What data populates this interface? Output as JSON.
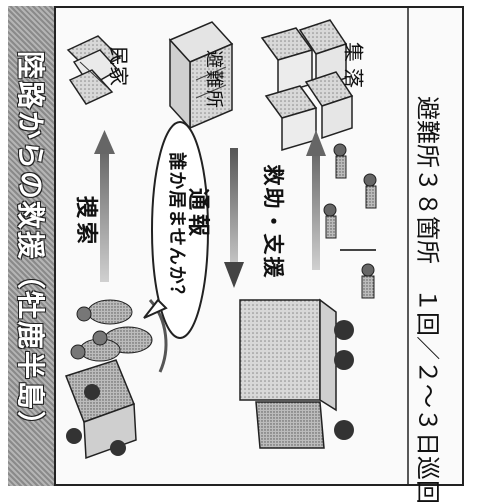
{
  "header": {
    "title": "陸路からの救援（牡鹿半島）"
  },
  "labels": {
    "house": "民家",
    "shelter": "避難所",
    "village": "集落",
    "search": "捜索",
    "report": "通報",
    "rescue": "救助・支援",
    "bubble": "誰か居ませんか？"
  },
  "footer": {
    "text": "避難所３８箇所　１回／２〜３日巡回"
  }
}
